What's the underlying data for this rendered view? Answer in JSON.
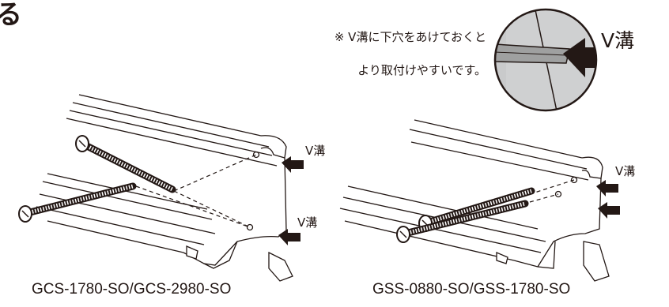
{
  "heading": "る",
  "note": {
    "line1": "※ V溝に下穴をあけておくと",
    "line2": "より取付けやすいです。"
  },
  "callout_label": "V溝",
  "left_figure": {
    "caption": "GCS-1780-SO/GCS-2980-SO",
    "groove_label_top": "V溝",
    "groove_label_bottom": "V溝"
  },
  "right_figure": {
    "caption": "GSS-0880-SO/GSS-1780-SO",
    "groove_label": "V溝"
  }
}
